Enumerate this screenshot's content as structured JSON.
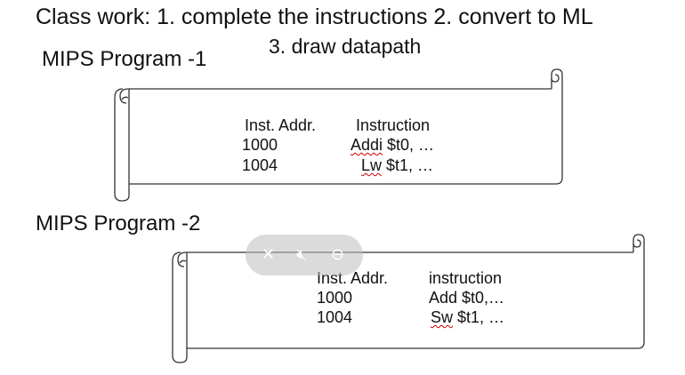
{
  "heading": {
    "line1": "Class work: 1. complete the instructions 2. convert to ML",
    "line2": "3. draw datapath"
  },
  "programs": [
    {
      "title": "MIPS Program -1",
      "col_addr": "Inst. Addr.",
      "col_instr": "Instruction",
      "rows": [
        {
          "addr": "1000",
          "instr_op": "Addi",
          "instr_rest": " $t0, …"
        },
        {
          "addr": "1004",
          "instr_op": "Lw",
          "instr_rest": " $t1, …"
        }
      ]
    },
    {
      "title": "MIPS Program -2",
      "col_addr": "Inst. Addr.",
      "col_instr": "instruction",
      "rows": [
        {
          "addr": "1000",
          "instr_op": "Add",
          "instr_rest": " $t0,…"
        },
        {
          "addr": "1004",
          "instr_op": "Sw",
          "instr_rest": " $t1, …"
        }
      ]
    }
  ],
  "overlay": {
    "icons": [
      "pin-off-icon",
      "mute-icon",
      "minus-circle-icon"
    ]
  }
}
